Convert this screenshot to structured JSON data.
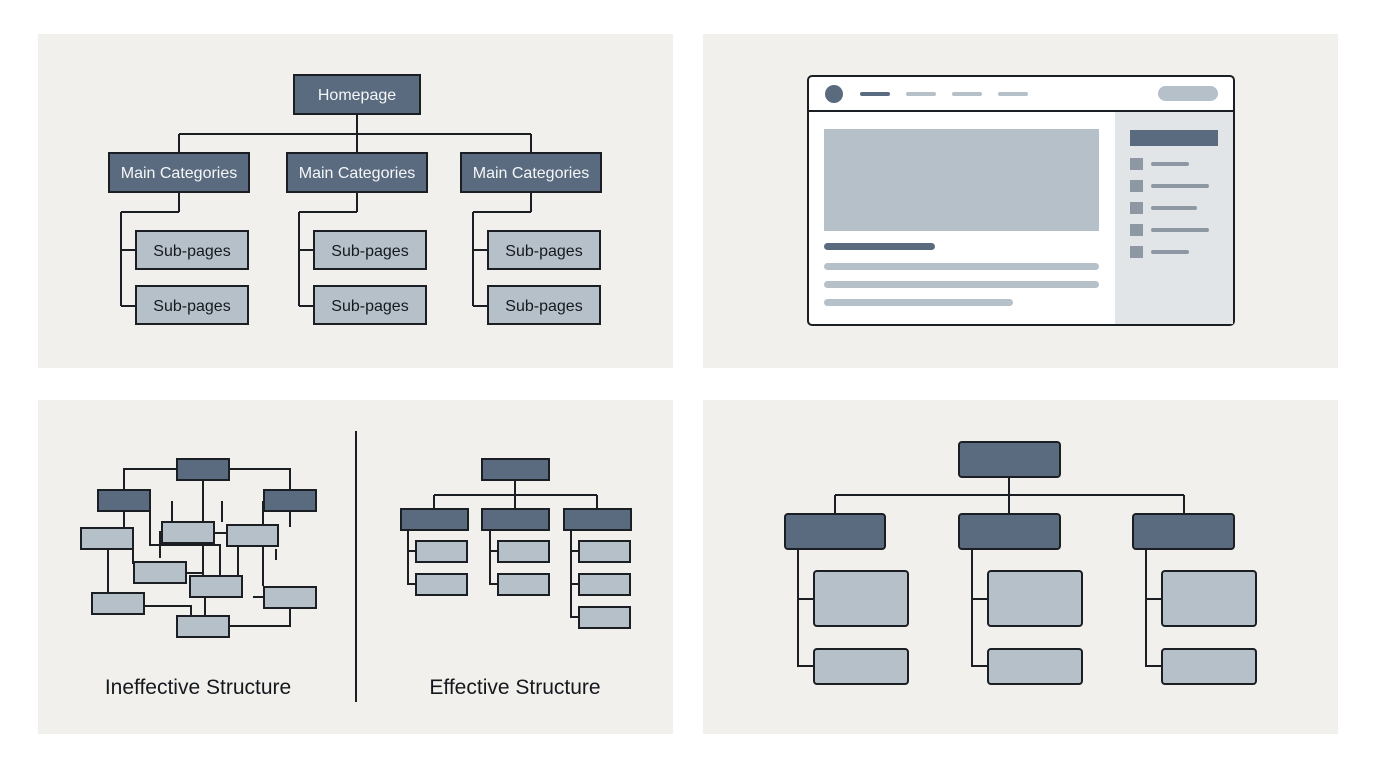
{
  "sitemap": {
    "root": "Homepage",
    "categories": [
      {
        "label": "Main Categories",
        "subpages": [
          "Sub-pages",
          "Sub-pages"
        ]
      },
      {
        "label": "Main Categories",
        "subpages": [
          "Sub-pages",
          "Sub-pages"
        ]
      },
      {
        "label": "Main Categories",
        "subpages": [
          "Sub-pages",
          "Sub-pages"
        ]
      }
    ]
  },
  "comparison": {
    "left_caption": "Ineffective Structure",
    "right_caption": "Effective Structure"
  },
  "colors": {
    "panel_bg": "#f1f0ec",
    "dark_node": "#5b6b7f",
    "light_node": "#b6c0c9",
    "stroke": "#1b1f24"
  }
}
